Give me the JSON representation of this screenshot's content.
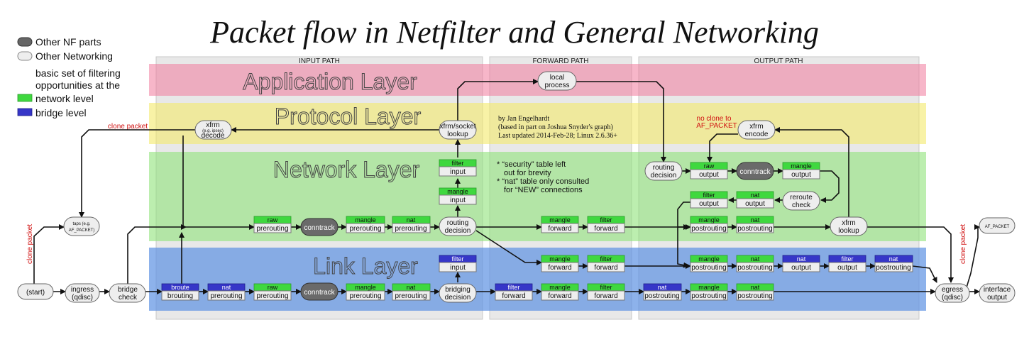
{
  "title": "Packet flow in Netfilter and General Networking",
  "legend": {
    "other_nf": "Other NF parts",
    "other_net": "Other Networking",
    "basic1": "basic set of filtering",
    "basic2": "opportunities at the",
    "network_level": "network level",
    "bridge_level": "bridge level"
  },
  "paths": {
    "input": "INPUT PATH",
    "forward": "FORWARD PATH",
    "output": "OUTPUT PATH"
  },
  "layers": {
    "application": "Application Layer",
    "protocol": "Protocol Layer",
    "network": "Network Layer",
    "link": "Link Layer"
  },
  "credits": {
    "line1": "by Jan Engelhardt",
    "line2": "(based in part on Joshua Snyder's graph)",
    "line3": "Last updated 2014-Feb-28; Linux 2.6.36+"
  },
  "notes": {
    "n1": "* “security” table left",
    "n2": "out for brevity",
    "n3": "* “nat” table only consulted",
    "n4": "for “NEW” connections"
  },
  "red_labels": {
    "clone_packet_top": "clone packet",
    "clone_packet_left": "clone packet",
    "clone_packet_right": "clone packet",
    "no_clone1": "no clone to",
    "no_clone2": "AF_PACKET"
  },
  "nodes": {
    "start": "(start)",
    "ingress1": "ingress",
    "ingress2": "(qdisc)",
    "bridge_check1": "bridge",
    "bridge_check2": "check",
    "taps1": "taps (e.g.",
    "taps2": "AF_PACKET)",
    "xfrm_decode1": "xfrm",
    "xfrm_decode_small": "(e.g. ipsec)",
    "xfrm_decode2": "decode",
    "xfrm_lookup_socket1": "xfrm/socket",
    "xfrm_lookup_socket2": "lookup",
    "local_process1": "local",
    "local_process2": "process",
    "routing_decision_in1": "routing",
    "routing_decision_in2": "decision",
    "bridging_decision1": "bridging",
    "bridging_decision2": "decision",
    "routing_decision_out1": "routing",
    "routing_decision_out2": "decision",
    "xfrm_encode1": "xfrm",
    "xfrm_encode2": "encode",
    "reroute_check1": "reroute",
    "reroute_check2": "check",
    "xfrm_lookup_out1": "xfrm",
    "xfrm_lookup_out2": "lookup",
    "egress1": "egress",
    "egress2": "(qdisc)",
    "interface_output1": "interface",
    "interface_output2": "output",
    "af_packet": "AF_PACKET",
    "conntrack": "conntrack"
  },
  "hooks": {
    "raw": "raw",
    "mangle": "mangle",
    "nat": "nat",
    "filter": "filter",
    "broute": "broute",
    "prerouting": "prerouting",
    "input": "input",
    "forward": "forward",
    "output": "output",
    "postrouting": "postrouting",
    "brouting": "brouting"
  }
}
